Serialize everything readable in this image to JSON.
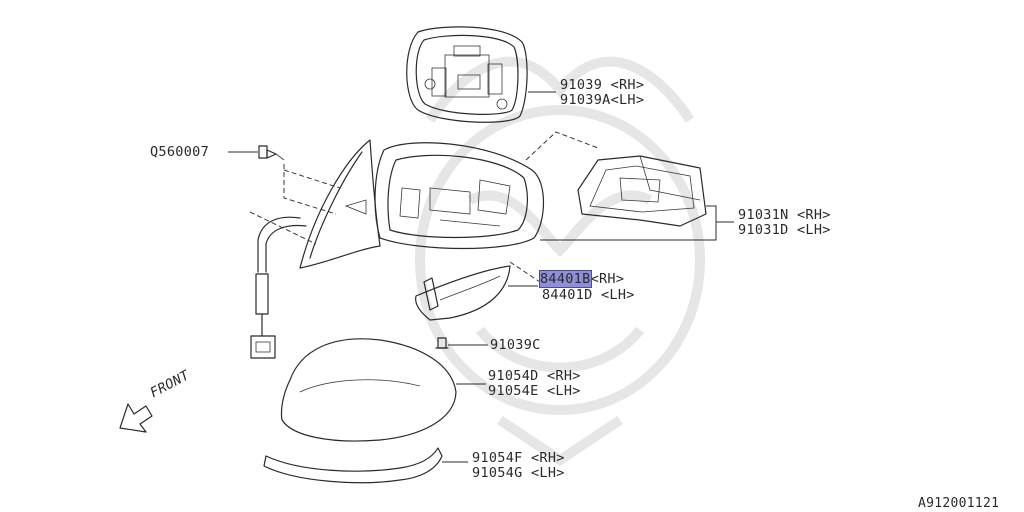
{
  "callouts": {
    "mirror_glass": {
      "rh": "91039 <RH>",
      "lh": "91039A<LH>"
    },
    "bolt": "Q560007",
    "mirror_body": {
      "rh": "91031N <RH>",
      "lh": "91031D <LH>"
    },
    "turn_lamp": {
      "rh_code": "84401B",
      "rh_suffix": "<RH>",
      "lh": "84401D <LH>"
    },
    "screw": "91039C",
    "cover": {
      "rh": "91054D <RH>",
      "lh": "91054E <LH>"
    },
    "garnish": {
      "rh": "91054F <RH>",
      "lh": "91054G <LH>"
    }
  },
  "front_label": "FRONT",
  "figure_id": "A912001121",
  "colors": {
    "highlight": "#8f8fd8",
    "line": "#2b2b2b"
  }
}
